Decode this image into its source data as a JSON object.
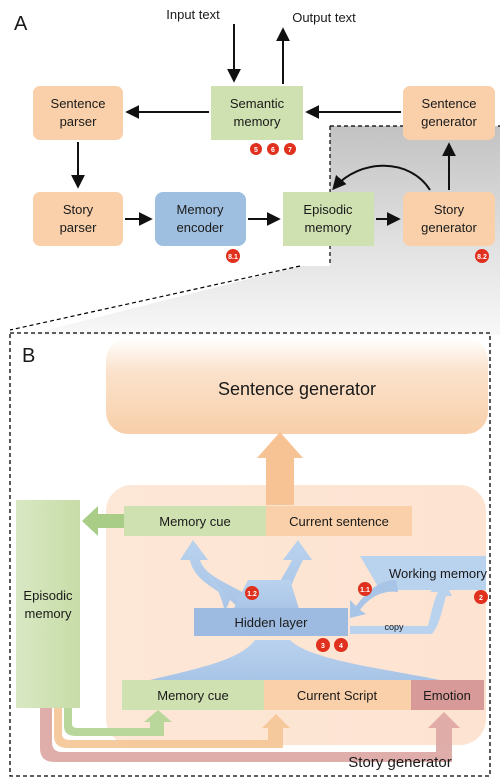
{
  "panel_a": {
    "letter": "A",
    "input_text": "Input text",
    "output_text": "Output text",
    "sentence_parser": [
      "Sentence",
      "parser"
    ],
    "semantic_memory": [
      "Semantic",
      "memory"
    ],
    "sentence_generator": [
      "Sentence",
      "generator"
    ],
    "story_parser": [
      "Story",
      "parser"
    ],
    "memory_encoder": [
      "Memory",
      "encoder"
    ],
    "episodic_memory": [
      "Episodic",
      "memory"
    ],
    "story_generator": [
      "Story",
      "generator"
    ],
    "badges": {
      "semantic": [
        "5",
        "6",
        "7"
      ],
      "encoder": "8.1",
      "story_gen": "8.2"
    }
  },
  "panel_b": {
    "letter": "B",
    "sentence_generator": "Sentence generator",
    "episodic_memory": [
      "Episodic",
      "memory"
    ],
    "memory_cue_top": "Memory cue",
    "current_sentence": "Current sentence",
    "working_memory": "Working memory",
    "hidden_layer": "Hidden layer",
    "copy": "copy",
    "memory_cue_bottom": "Memory cue",
    "current_script": "Current Script",
    "emotion": "Emotion",
    "story_generator": "Story generator",
    "badges": {
      "b12": "1.2",
      "b11": "1.1",
      "b2": "2",
      "b3": "3",
      "b4": "4"
    }
  },
  "colors": {
    "orange": "#f9d0aa",
    "green": "#cfe0b1",
    "blue": "#9fbfe0",
    "hidden_blue": "#9dbbe0",
    "rose": "#d79a98",
    "badge_red": "#e0301e",
    "gray": "#cfcfcf"
  }
}
